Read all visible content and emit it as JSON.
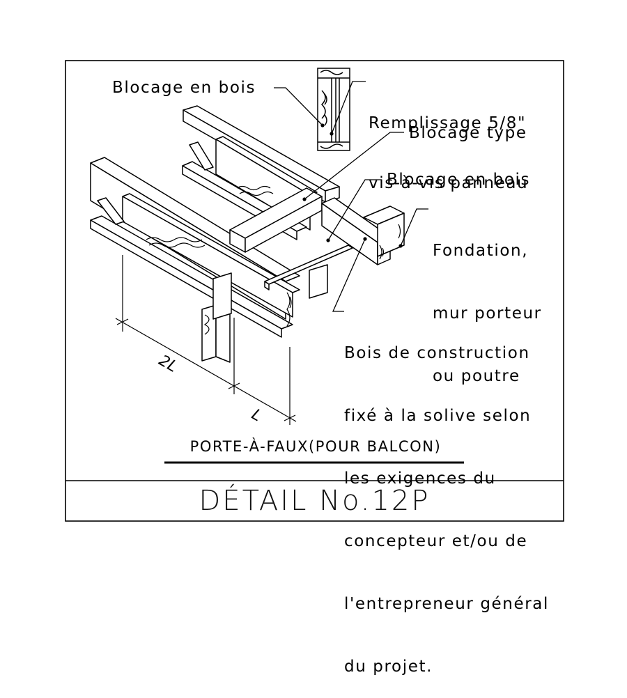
{
  "labels": {
    "blocage_bois_top": "Blocage en bois",
    "remplissage": [
      "Remplissage 5/8\"",
      "vis-à-vis panneau"
    ],
    "blocage_type": "Blocage type",
    "blocage_bois_right": "Blocage en bois",
    "fondation": [
      "Fondation,",
      "mur porteur",
      "ou poutre"
    ],
    "bois_construction": [
      "Bois de construction",
      "fixé à la solive selon",
      "les exigences du",
      "concepteur et/ou de",
      "l'entrepreneur général",
      "du projet."
    ]
  },
  "dimensions": {
    "two_l": "2L",
    "l": "L"
  },
  "subtitle": "PORTE-À-FAUX(POUR BALCON)",
  "title": "DÉTAIL No.12P"
}
